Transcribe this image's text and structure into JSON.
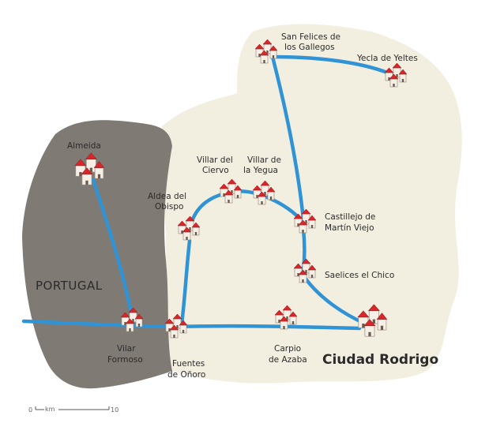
{
  "map": {
    "country_label": "PORTUGAL",
    "colors": {
      "portugal": "#7f7a74",
      "spain": "#f3efe0",
      "route": "#2f93d6",
      "roof": "#d8262b",
      "wall": "#f6efe6",
      "text": "#2b2b2b"
    },
    "towns": [
      {
        "id": "san-felices",
        "line1": "San Felices de",
        "line2": "los Gallegos"
      },
      {
        "id": "yecla",
        "line1": "Yecla de Yeltes",
        "line2": ""
      },
      {
        "id": "almeida",
        "line1": "Almeida",
        "line2": ""
      },
      {
        "id": "villar-ciervo",
        "line1": "Villar del",
        "line2": "Ciervo"
      },
      {
        "id": "villar-yegua",
        "line1": "Villar de",
        "line2": "la Yegua"
      },
      {
        "id": "aldea-obispo",
        "line1": "Aldea del",
        "line2": "Obispo"
      },
      {
        "id": "castillejo",
        "line1": "Castillejo de",
        "line2": "Martín Viejo"
      },
      {
        "id": "saelices",
        "line1": "Saelices el Chico",
        "line2": ""
      },
      {
        "id": "vilar-formoso",
        "line1": "Vilar",
        "line2": "Formoso"
      },
      {
        "id": "fuentes",
        "line1": "Fuentes",
        "line2": "de Oñoro"
      },
      {
        "id": "carpio",
        "line1": "Carpio",
        "line2": "de Azaba"
      },
      {
        "id": "ciudad-rodrigo",
        "line1": "Ciudad Rodrigo",
        "line2": ""
      }
    ],
    "scale": {
      "start": "0",
      "unit": "km",
      "end": "10"
    }
  }
}
